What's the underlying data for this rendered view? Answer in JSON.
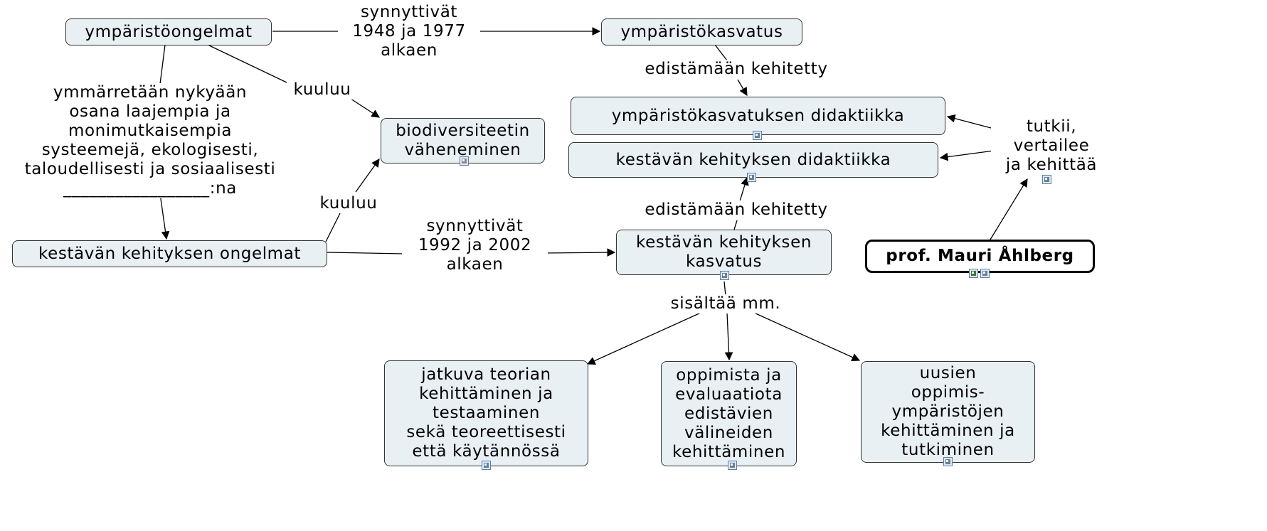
{
  "concepts": {
    "ymparistoongelmat": "ympäristöongelmat",
    "ymparistokasvatus": "ympäristökasvatus",
    "ymparistokasvatuksen_didaktiikka": "ympäristökasvatuksen didaktiikka",
    "kestavan_kehityksen_didaktiikka": "kestävän kehityksen didaktiikka",
    "biodiversiteetin_vaheneminen": "biodiversiteetin\nväheneminen",
    "kestavan_kehityksen_ongelmat": "kestävän kehityksen ongelmat",
    "kestavan_kehityksen_kasvatus": "kestävän kehityksen\nkasvatus",
    "prof": "prof. Mauri Åhlberg",
    "jatkuva": "jatkuva teorian\nkehittäminen ja\ntestaaminen\nsekä teoreettisesti\nettä käytännössä",
    "oppimista": "oppimista ja\nevaluaatiota\nedistävien\nvälineiden\nkehittäminen",
    "uusien": "uusien\noppimis-\nympäristöjen\nkehittäminen ja\ntutkiminen"
  },
  "links": {
    "synnyttivat_1948": "synnyttivät\n1948 ja 1977\nalkaen",
    "edistamaan_1": "edistämään kehitetty",
    "ymmarretaan": "ymmärretään nykyään\nosana laajempia ja\nmonimutkaisempia\nsysteemejä, ekologisesti,\ntaloudellisesti ja sosiaalisesti\n_________________:na",
    "kuuluu_1": "kuuluu",
    "kuuluu_2": "kuuluu",
    "tutkii": "tutkii,\nvertailee\nja kehittää",
    "edistamaan_2": "edistämään kehitetty",
    "synnyttivat_1992": "synnyttivät\n1992 ja 2002\nalkaen",
    "sisaltaa": "sisältää mm."
  },
  "colors": {
    "node_fill": "#e9f0f4",
    "node_border": "#333333",
    "line": "#000000"
  },
  "icons": [
    "document-resource-icon",
    "image-resource-icon",
    "submap-tree-icon"
  ]
}
